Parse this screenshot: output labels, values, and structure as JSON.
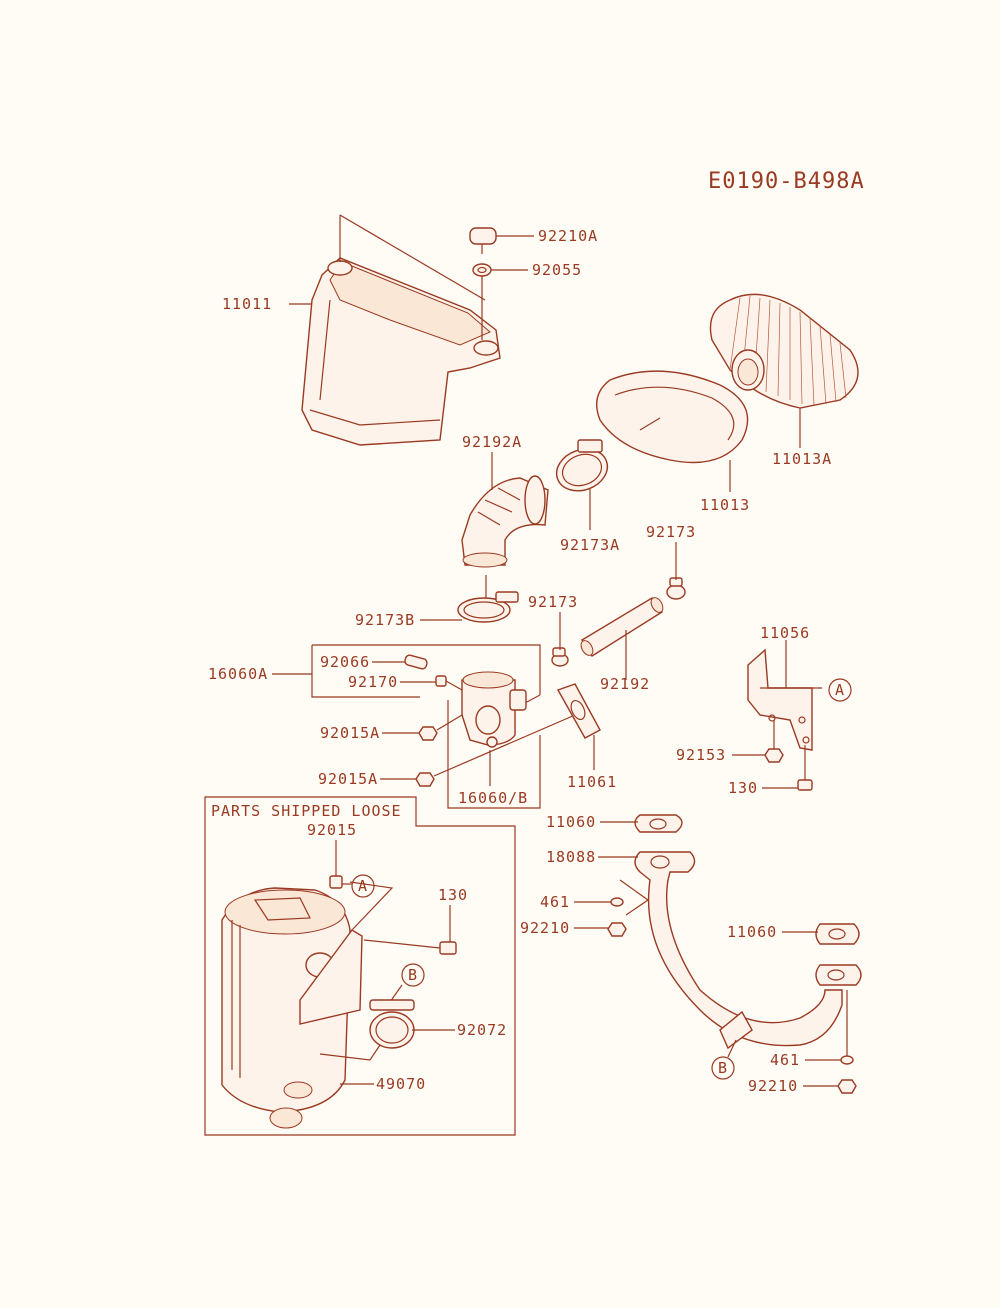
{
  "diagram_code": "E0190-B498A",
  "loose_box_title": "PARTS SHIPPED LOOSE",
  "colors": {
    "ink": "#9a3a22",
    "paper": "#fefcf5"
  },
  "labels": {
    "p92210A": "92210A",
    "p92055": "92055",
    "p11011": "11011",
    "p11013A": "11013A",
    "p92192A": "92192A",
    "p11013": "11013",
    "p92173A": "92173A",
    "p92173_top": "92173",
    "p92173B": "92173B",
    "p92173_mid": "92173",
    "p16060A": "16060A",
    "p92066": "92066",
    "p92170": "92170",
    "p92192": "92192",
    "p11056": "11056",
    "p92015A_1": "92015A",
    "p92015A_2": "92015A",
    "p16060B": "16060/B",
    "p11061": "11061",
    "p92153": "92153",
    "p130_right": "130",
    "p92015": "92015",
    "p11060_1": "11060",
    "p18088": "18088",
    "p461_1": "461",
    "p92210_1": "92210",
    "p130_box": "130",
    "p11060_2": "11060",
    "p92072": "92072",
    "p49070": "49070",
    "p461_2": "461",
    "p92210_2": "92210"
  },
  "callouts": {
    "A_right": "A",
    "A_box": "A",
    "B_box": "B",
    "B_pipe": "B"
  }
}
